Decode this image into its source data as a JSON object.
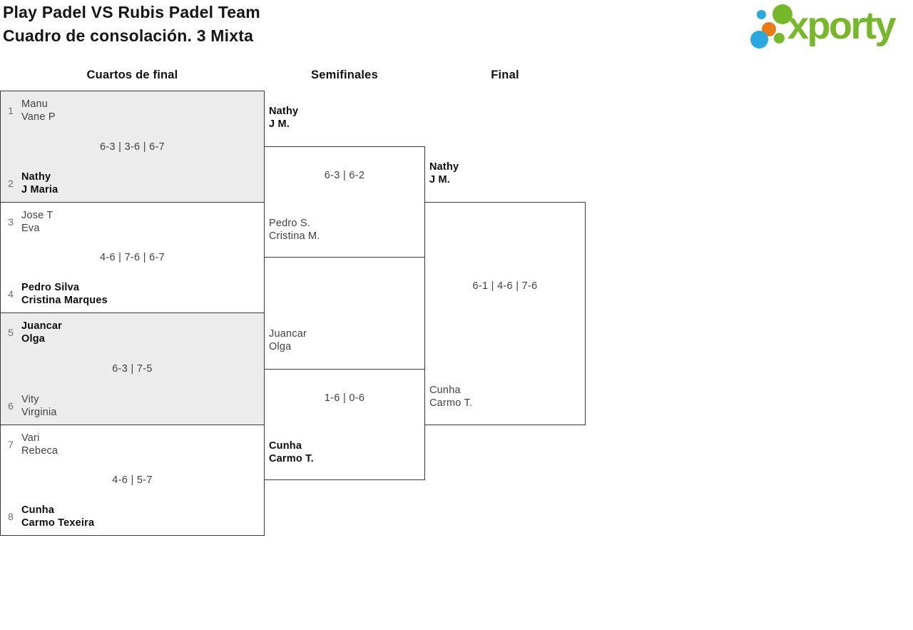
{
  "page": {
    "title_line1": "Play Padel VS Rubis Padel Team",
    "title_line2": "Cuadro de consolación. 3 Mixta"
  },
  "logo": {
    "wordmark": "xporty",
    "colors": {
      "green": "#76b82a",
      "blue": "#29a8e0",
      "orange": "#e87b14"
    }
  },
  "rounds": {
    "quarterfinals": "Cuartos de final",
    "semifinals": "Semifinales",
    "final": "Final"
  },
  "bracket": {
    "quarterfinals": [
      {
        "seed_top": "1",
        "team_top": {
          "line1": "Manu",
          "line2": "Vane P",
          "winner": false
        },
        "score": "6-3 | 3-6 | 6-7",
        "seed_bottom": "2",
        "team_bottom": {
          "line1": "Nathy",
          "line2": "J Maria",
          "winner": true
        }
      },
      {
        "seed_top": "3",
        "team_top": {
          "line1": "Jose T",
          "line2": "Eva",
          "winner": false
        },
        "score": "4-6 | 7-6 | 6-7",
        "seed_bottom": "4",
        "team_bottom": {
          "line1": "Pedro Silva",
          "line2": "Cristina Marques",
          "winner": true
        }
      },
      {
        "seed_top": "5",
        "team_top": {
          "line1": "Juancar",
          "line2": "Olga",
          "winner": true
        },
        "score": "6-3 | 7-5",
        "seed_bottom": "6",
        "team_bottom": {
          "line1": "Vity",
          "line2": "Virginia",
          "winner": false
        }
      },
      {
        "seed_top": "7",
        "team_top": {
          "line1": "Vari",
          "line2": "Rebeca",
          "winner": false
        },
        "score": "4-6 | 5-7",
        "seed_bottom": "8",
        "team_bottom": {
          "line1": "Cunha",
          "line2": "Carmo Texeira",
          "winner": true
        }
      }
    ],
    "semifinals": [
      {
        "team_top": {
          "line1": "Nathy",
          "line2": "J M.",
          "winner": true
        },
        "score": "6-3 | 6-2",
        "team_bottom": {
          "line1": "Pedro S.",
          "line2": "Cristina M.",
          "winner": false
        }
      },
      {
        "team_top": {
          "line1": "Juancar",
          "line2": "Olga",
          "winner": false
        },
        "score": "1-6 | 0-6",
        "team_bottom": {
          "line1": "Cunha",
          "line2": "Carmo T.",
          "winner": true
        }
      }
    ],
    "final": {
      "team_top": {
        "line1": "Nathy",
        "line2": "J M.",
        "winner": true
      },
      "score": "6-1 | 4-6 | 7-6",
      "team_bottom": {
        "line1": "Cunha",
        "line2": "Carmo T.",
        "winner": false
      }
    }
  },
  "colors": {
    "box_fill_alt": "#ececec",
    "border": "#3a3a3a",
    "winner_text": "#0d0d0d",
    "team_text": "#414141",
    "seed_text": "#6e6e6e"
  }
}
